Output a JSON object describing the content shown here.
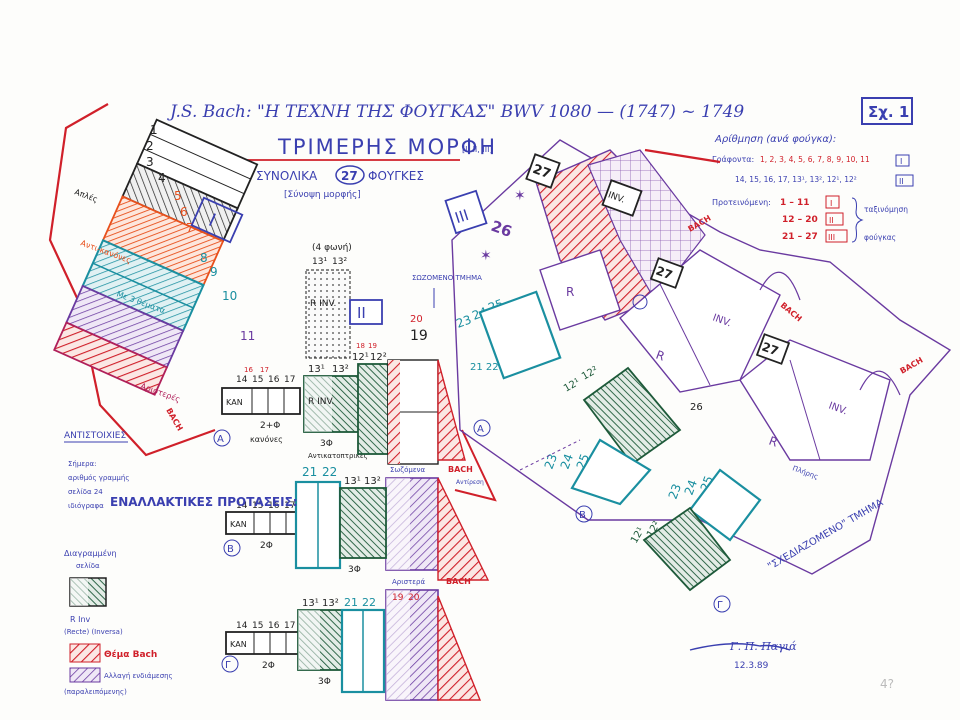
{
  "header": {
    "title": "J.S. Bach: \"Η ΤΕΧΝΗ ΤΗΣ ΦΟΥΓΚΑΣ\" BWV 1080 — (1747) ~ 1749",
    "fig_label": "Σχ. 1",
    "form_title": "ΤΡΙΜΕΡΗΣ ΜΟΡΦΗ",
    "form_roman": "[Ι, ΙΙ, ΙΙΙ]",
    "total_prefix": "ΣΥΝΟΛΙΚΑ",
    "total_count": "27",
    "total_suffix": "ΦΟΥΓΚΕΣ",
    "synopsis": "[Σύνοψη μορφής]"
  },
  "colors": {
    "blue": "#3a3fb0",
    "red": "#d0202a",
    "orange": "#e8501c",
    "teal": "#1a8fa0",
    "green": "#1e5a3a",
    "purple": "#6a3aa0",
    "magenta": "#b0205a",
    "black": "#222222"
  },
  "legend_top": {
    "numbering": "Αρίθμηση (ανά φούγκα):",
    "line1_label": "Γράφοντα:",
    "line1_values": "1, 2, 3, 4, 5, 6, 7, 8, 9, 10, 11",
    "line1_roman": "Ι",
    "line2_values": "14, 15, 16, 17, 13¹, 13², 12¹, 12²",
    "line2_roman": "ΙΙ",
    "proposal": "Προτεινόμενη:",
    "r1": "1 – 11",
    "r1_roman": "Ι",
    "r2": "12 – 20",
    "r2_roman": "ΙΙ",
    "r3": "21 – 27",
    "r3_roman": "ΙΙΙ",
    "r_note_a": "ταξινόμηση",
    "r_note_b": "φούγκας"
  },
  "part_labels": {
    "p1": "Ι",
    "p2": "ΙΙ",
    "p3": "ΙΙΙ"
  },
  "part1": {
    "numbers": [
      "1",
      "2",
      "3",
      "4",
      "5",
      "6",
      "7",
      "8",
      "9",
      "10",
      "11"
    ],
    "note_a": "Απλές",
    "note_b": "Αντι-κανόνες",
    "note_c": "Με 3 θέματα",
    "note_d": "Αριστερές",
    "bach": "BACH"
  },
  "part2": {
    "top_numbers": "13¹",
    "top_numbers2": "13²",
    "top_note": "(4 φωνή)",
    "rinv": "R  INV.",
    "excerpt": "ΣΩΖΟΜΕΝΟ ΤΜΗΜΑ",
    "n20": "20",
    "n19": "19",
    "row_a": {
      "marker": "Α",
      "nums": [
        "14",
        "15",
        "16",
        "17"
      ],
      "kan": "ΚΑΝ",
      "sub": "2+Φ",
      "sub2": "κανόνες",
      "mid_nums": [
        "13¹",
        "13²"
      ],
      "mid_red": [
        "16",
        "17"
      ],
      "sub3": "3Φ",
      "sub4": "Αντικατοπτρικές",
      "right_nums": [
        "12¹",
        "12²"
      ],
      "right_red": [
        "18",
        "19"
      ]
    },
    "row_b": {
      "marker": "Β",
      "nums": [
        "14",
        "15",
        "16",
        "17"
      ],
      "kan": "ΚΑΝ",
      "sub": "2Φ",
      "teal_nums": [
        "21",
        "22"
      ],
      "mid_nums": [
        "13¹",
        "13²"
      ],
      "sub3": "3Φ",
      "note": "Αριστερά",
      "bach": "BACH",
      "ext": "Σωζόμενα",
      "ext2": "Αντίρεση"
    },
    "row_c": {
      "marker": "Γ",
      "nums": [
        "14",
        "15",
        "16",
        "17"
      ],
      "kan": "ΚΑΝ",
      "sub": "2Φ",
      "mid_nums": [
        "13¹",
        "13²"
      ],
      "sub3": "3Φ",
      "teal_nums": [
        "21",
        "22"
      ],
      "right_nums": [
        "19",
        "20"
      ],
      "bach": "BACH"
    }
  },
  "part3": {
    "stars": "✶",
    "n26": "26",
    "n27": "27",
    "inv": "INV.",
    "r": "R",
    "bach": "BACH",
    "row_a_nums": [
      "23",
      "24",
      "25"
    ],
    "row_a_teal": "21 22",
    "marker_a": "Α",
    "marker_b": "Β",
    "marker_c": "Γ",
    "nums_b": [
      "23",
      "24",
      "25"
    ],
    "nums_g": [
      "23",
      "24",
      "25"
    ],
    "nums_12": [
      "12¹",
      "12²"
    ],
    "sketch": "\"ΣΧΕΔΙΑΖΟΜΕΝΟ\" ΤΜΗΜΑ",
    "note": "Πλήρης",
    "n26b": "26"
  },
  "alt_proposals": "ΕΝΑΛΛΑΚΤΙΚΕΣ ΠΡΟΤΑΣΕΙΣ:",
  "legend_bottom": {
    "title": "ΑΝΤΙΣΤΟΙΧΙΕΣ",
    "l1": "Σήμερα:",
    "l2": "αριθμός γραμμής",
    "l3": "σελίδα 24",
    "l4": "ιδιόγραφα",
    "d1": "Διαγραμμένη",
    "d2": "σελίδα",
    "rinv1": "R   Inv",
    "rinv2": "(Recte)  (Inversa)",
    "bach": "Θέμα Bach",
    "last1": "Αλλαγή ενδιάμεσης",
    "last2": "(παραλειπόμενης)"
  },
  "signature": {
    "name": "Γ. Π. Παγιά",
    "date": "12.3.89",
    "corner": "4?"
  }
}
